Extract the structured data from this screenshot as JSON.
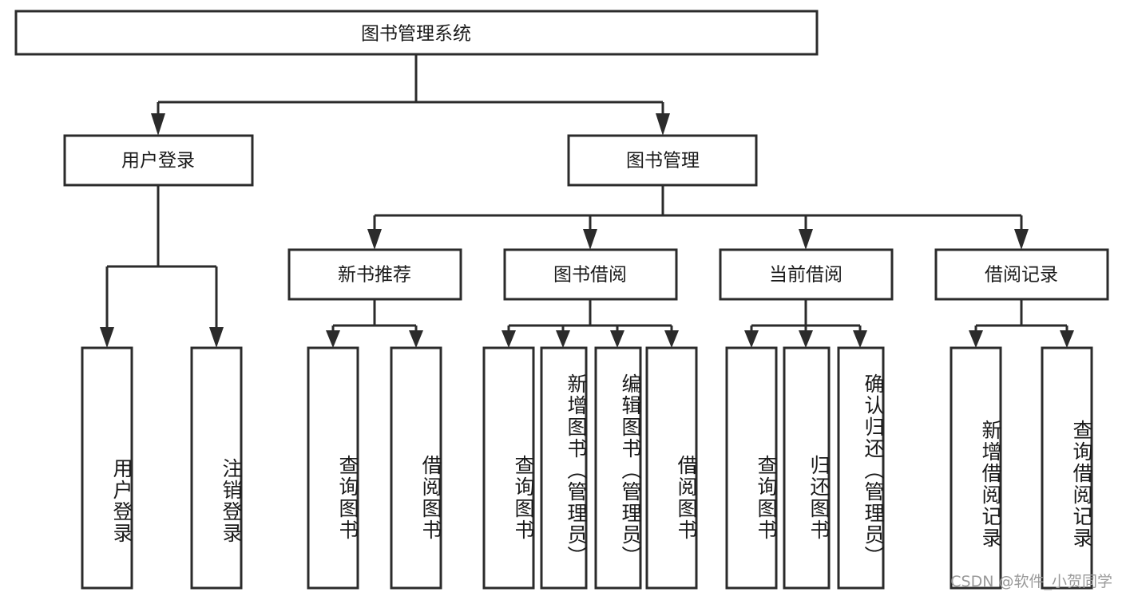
{
  "diagram": {
    "type": "tree-hierarchy-flowchart",
    "orientation": "top-down",
    "root": {
      "id": "root",
      "label": "图书管理系统"
    },
    "level2": [
      {
        "id": "user-login",
        "label": "用户登录"
      },
      {
        "id": "book-management",
        "label": "图书管理"
      }
    ],
    "level3": [
      {
        "id": "new-book-recommend",
        "label": "新书推荐",
        "parent": "book-management"
      },
      {
        "id": "book-borrow",
        "label": "图书借阅",
        "parent": "book-management"
      },
      {
        "id": "current-borrow",
        "label": "当前借阅",
        "parent": "book-management"
      },
      {
        "id": "borrow-record",
        "label": "借阅记录",
        "parent": "book-management"
      }
    ],
    "leaves": [
      {
        "id": "leaf-user-login",
        "label": "用户登录",
        "parent": "user-login"
      },
      {
        "id": "leaf-logout-login",
        "label": "注销登录",
        "parent": "user-login"
      },
      {
        "id": "leaf-query-book-1",
        "label": "查询图书",
        "parent": "new-book-recommend"
      },
      {
        "id": "leaf-borrow-book-1",
        "label": "借阅图书",
        "parent": "new-book-recommend"
      },
      {
        "id": "leaf-query-book-2",
        "label": "查询图书",
        "parent": "book-borrow"
      },
      {
        "id": "leaf-add-book",
        "label": "新增图书（管理员）",
        "parent": "book-borrow"
      },
      {
        "id": "leaf-edit-book",
        "label": "编辑图书（管理员）",
        "parent": "book-borrow"
      },
      {
        "id": "leaf-borrow-book-2",
        "label": "借阅图书",
        "parent": "book-borrow"
      },
      {
        "id": "leaf-query-book-3",
        "label": "查询图书",
        "parent": "current-borrow"
      },
      {
        "id": "leaf-return-book",
        "label": "归还图书",
        "parent": "current-borrow"
      },
      {
        "id": "leaf-confirm-return",
        "label": "确认归还（管理员）",
        "parent": "current-borrow"
      },
      {
        "id": "leaf-add-record",
        "label": "新增借阅记录",
        "parent": "borrow-record"
      },
      {
        "id": "leaf-query-record",
        "label": "查询借阅记录",
        "parent": "borrow-record"
      }
    ],
    "colors": {
      "background": "#ffffff",
      "box_fill": "#ffffff",
      "box_stroke": "#2b2b2b",
      "text": "#1a1a1a",
      "watermark": "#9a9a9a"
    }
  },
  "watermark": {
    "text": "CSDN @软件_小贺同学"
  }
}
